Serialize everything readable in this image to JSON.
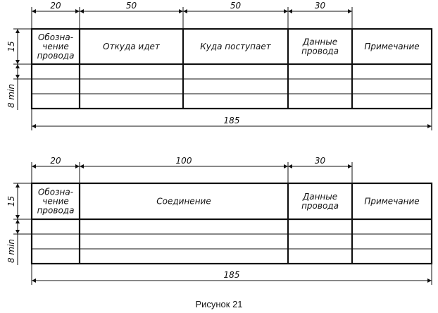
{
  "table1": {
    "dims_top": [
      "20",
      "50",
      "50",
      "30"
    ],
    "dim_total": "185",
    "dim_header_height": "15",
    "dim_row_height": "8 min",
    "headers": [
      [
        "Обозна-",
        "чение",
        "провода"
      ],
      [
        "Откуда идет"
      ],
      [
        "Куда поступает"
      ],
      [
        "Данные",
        "провода"
      ],
      [
        "Примечание"
      ]
    ]
  },
  "table2": {
    "dims_top": [
      "20",
      "100",
      "30"
    ],
    "dim_total": "185",
    "dim_header_height": "15",
    "dim_row_height": "8 min",
    "headers": [
      [
        "Обозна-",
        "чение",
        "провода"
      ],
      [
        "Соединение"
      ],
      [
        "Данные",
        "провода"
      ],
      [
        "Примечание"
      ]
    ]
  },
  "caption": "Рисунок 21"
}
